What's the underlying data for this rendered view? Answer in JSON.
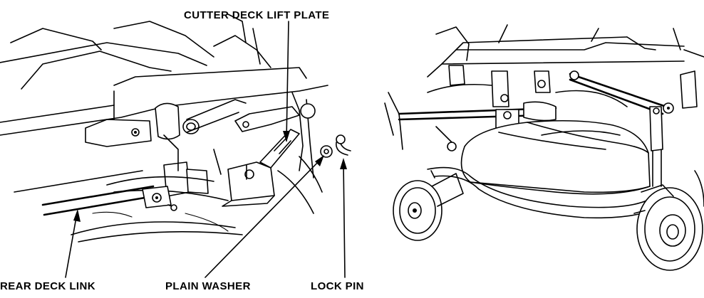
{
  "labels": {
    "cutter_deck_lift_plate": "CUTTER DECK LIFT PLATE",
    "rear_deck_link": "REAR DECK LINK",
    "plain_washer": "PLAIN WASHER",
    "lock_pin": "LOCK PIN"
  },
  "colors": {
    "ink": "#000000",
    "paper": "#ffffff"
  }
}
